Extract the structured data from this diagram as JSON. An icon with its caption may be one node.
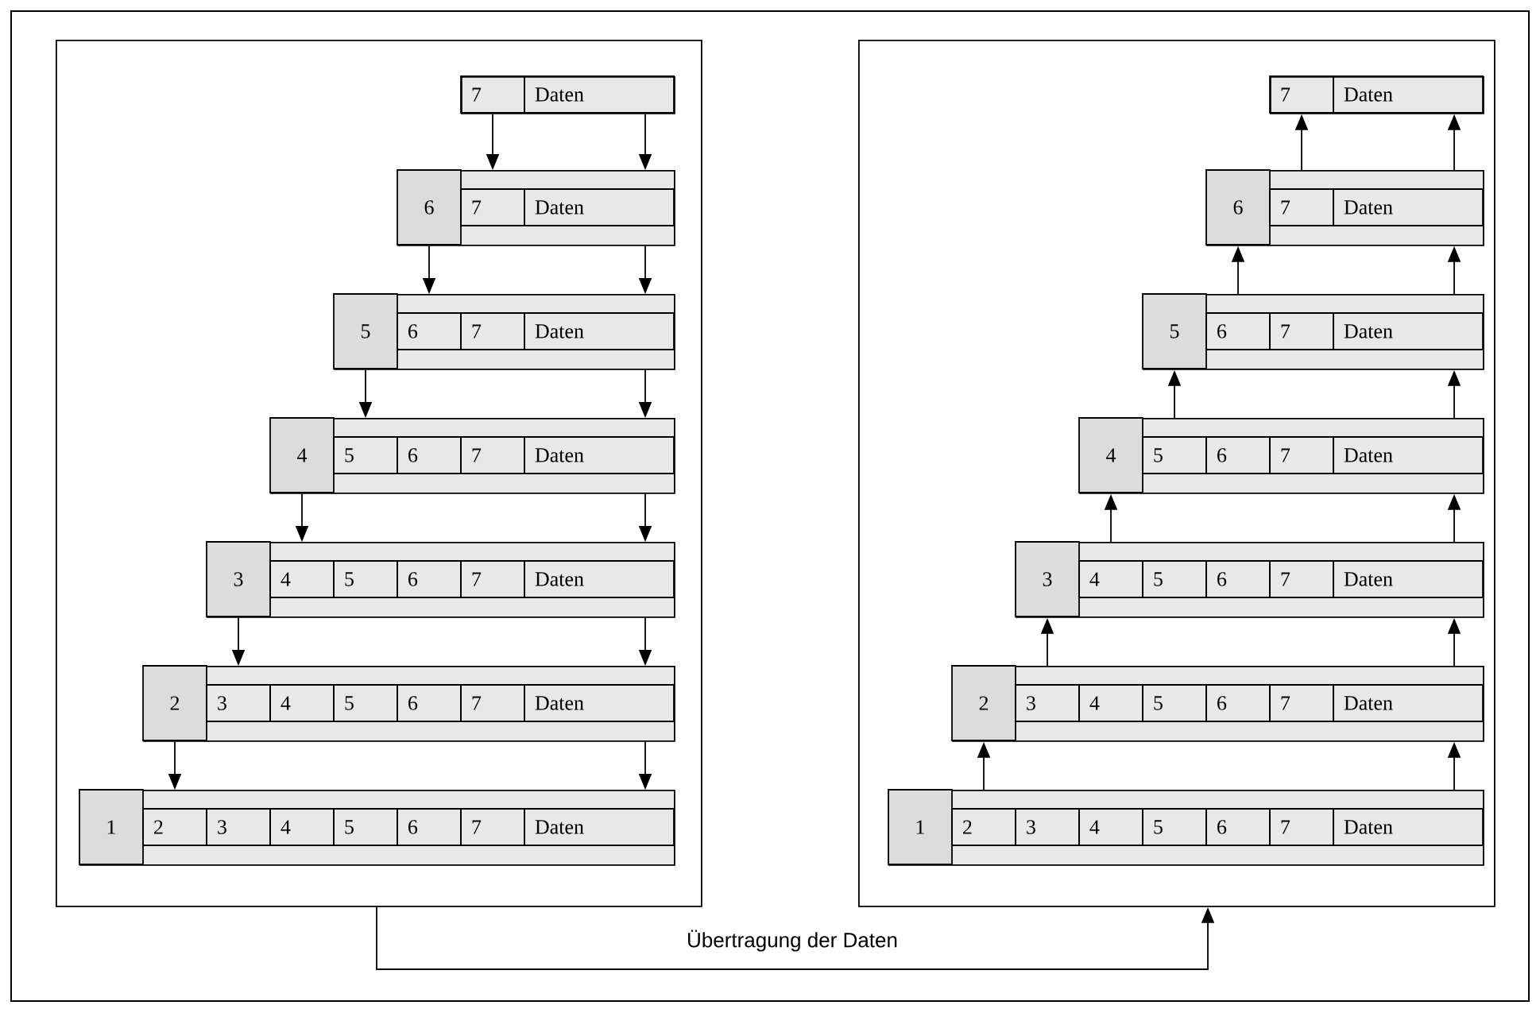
{
  "diagram": {
    "nodes": [
      {
        "text": [],
        "shape": "box"
      },
      {
        "text": [
          "7",
          "Daten"
        ],
        "in": 0
      },
      {
        "text": [
          "6",
          "7",
          "Daten"
        ],
        "in": 0
      },
      {
        "text": [
          "5",
          "6",
          "7",
          "Daten"
        ],
        "in": 0
      },
      {
        "text": [
          "4",
          "5",
          "6",
          "7",
          "Daten"
        ],
        "in": 0
      },
      {
        "text": [
          "3",
          "4",
          "5",
          "6",
          "7",
          "Daten"
        ],
        "in": 0
      },
      {
        "text": [
          "2",
          "3",
          "4",
          "5",
          "6",
          "7",
          "Daten"
        ],
        "in": 0
      },
      {
        "text": [
          "1",
          "2",
          "3",
          "4",
          "5",
          "6",
          "7",
          "Daten"
        ],
        "in": 0
      },
      {
        "text": [],
        "shape": "box"
      },
      {
        "text": [
          "7",
          "Daten"
        ],
        "in": 8
      },
      {
        "text": [
          "6",
          "7",
          "Daten"
        ],
        "in": 8
      },
      {
        "text": [
          "5",
          "6",
          "7",
          "Daten"
        ],
        "in": 8
      },
      {
        "text": [
          "4",
          "5",
          "6",
          "7",
          "Daten"
        ],
        "in": 8
      },
      {
        "text": [
          "3",
          "4",
          "5",
          "6",
          "7",
          "Daten"
        ],
        "in": 8
      },
      {
        "text": [
          "2",
          "3",
          "4",
          "5",
          "6",
          "7",
          "Daten"
        ],
        "in": 8
      },
      {
        "text": [
          "1",
          "2",
          "3",
          "4",
          "5",
          "6",
          "7",
          "Daten"
        ],
        "in": 8
      }
    ],
    "edges": [
      {
        "from": 1,
        "to": 2,
        "arrow": "to"
      },
      {
        "from": 1,
        "to": 2,
        "arrow": "to"
      },
      {
        "from": 2,
        "to": 3,
        "arrow": "to"
      },
      {
        "from": 2,
        "to": 3,
        "arrow": "to"
      },
      {
        "from": 3,
        "to": 4,
        "arrow": "to"
      },
      {
        "from": 3,
        "to": 4,
        "arrow": "to"
      },
      {
        "from": 4,
        "to": 5,
        "arrow": "to"
      },
      {
        "from": 4,
        "to": 5,
        "arrow": "to"
      },
      {
        "from": 5,
        "to": 6,
        "arrow": "to"
      },
      {
        "from": 5,
        "to": 6,
        "arrow": "to"
      },
      {
        "from": 6,
        "to": 7,
        "arrow": "to"
      },
      {
        "from": 6,
        "to": 7,
        "arrow": "to"
      },
      {
        "from": 10,
        "to": 9,
        "arrow": "to"
      },
      {
        "from": 10,
        "to": 9,
        "arrow": "to"
      },
      {
        "from": 11,
        "to": 10,
        "arrow": "to"
      },
      {
        "from": 11,
        "to": 10,
        "arrow": "to"
      },
      {
        "from": 12,
        "to": 11,
        "arrow": "to"
      },
      {
        "from": 12,
        "to": 11,
        "arrow": "to"
      },
      {
        "from": 13,
        "to": 12,
        "arrow": "to"
      },
      {
        "from": 13,
        "to": 12,
        "arrow": "to"
      },
      {
        "from": 14,
        "to": 13,
        "arrow": "to"
      },
      {
        "from": 14,
        "to": 13,
        "arrow": "to"
      },
      {
        "from": 15,
        "to": 14,
        "arrow": "to"
      },
      {
        "from": 15,
        "to": 14,
        "arrow": "to"
      },
      {
        "from": 0,
        "to": 8,
        "arrow": "to",
        "label": "Übertragung der Daten"
      }
    ]
  }
}
